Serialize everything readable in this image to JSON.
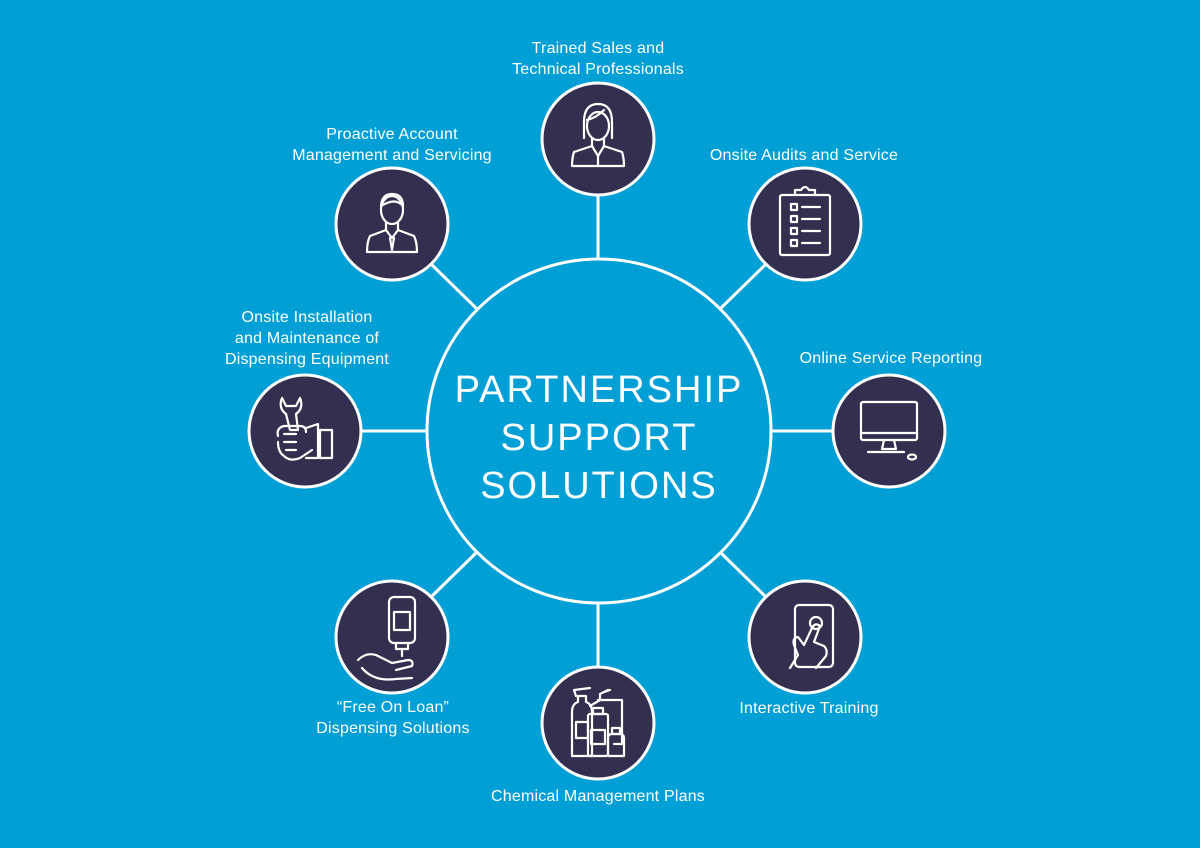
{
  "colors": {
    "background": "#009fd6",
    "node_fill": "#33304f",
    "stroke": "#ffffff"
  },
  "center": {
    "lines": [
      "PARTNERSHIP",
      "SUPPORT",
      "SOLUTIONS"
    ]
  },
  "nodes": {
    "trained": {
      "icon": "woman-professional-icon",
      "lines": [
        "Trained Sales and",
        "Technical Professionals"
      ]
    },
    "audits": {
      "icon": "clipboard-checklist-icon",
      "lines": [
        "Onsite Audits and Service"
      ]
    },
    "online": {
      "icon": "computer-monitor-icon",
      "lines": [
        "Online Service Reporting"
      ]
    },
    "training": {
      "icon": "touch-tablet-icon",
      "lines": [
        "Interactive Training"
      ]
    },
    "chemical": {
      "icon": "chemical-bottles-icon",
      "lines": [
        "Chemical Management Plans"
      ]
    },
    "free": {
      "icon": "hand-dispenser-icon",
      "lines": [
        "“Free On Loan”",
        "Dispensing Solutions"
      ]
    },
    "install": {
      "icon": "wrench-hand-icon",
      "lines": [
        "Onsite Installation",
        "and Maintenance of",
        "Dispensing Equipment"
      ]
    },
    "proactive": {
      "icon": "businessman-icon",
      "lines": [
        "Proactive Account",
        "Management and Servicing"
      ]
    }
  }
}
